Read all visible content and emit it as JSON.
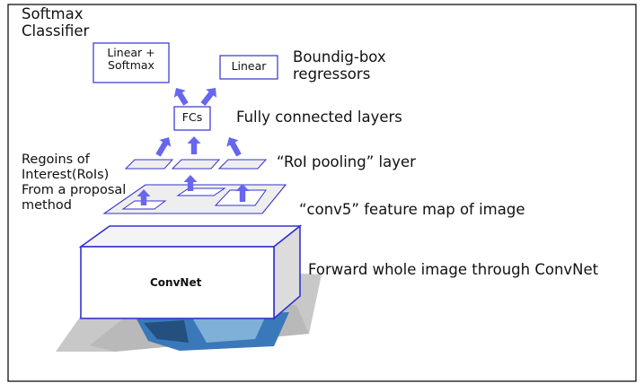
{
  "labels": {
    "softmax_classifier": [
      "Softmax",
      "Classifier"
    ],
    "bbox_regressors": [
      "Boundig-box",
      "regressors"
    ],
    "fully_connected": "Fully connected layers",
    "roi_pooling": "“RoI pooling” layer",
    "rois": [
      "Regoins of",
      "Interest(RoIs)",
      "From a proposal",
      "method"
    ],
    "conv5": "“conv5” feature map of image",
    "forward": "Forward whole image through ConvNet"
  },
  "boxes": {
    "linear_softmax": [
      "Linear +",
      "Softmax"
    ],
    "linear": "Linear",
    "fcs": "FCs",
    "convnet": "ConvNet"
  },
  "colors": {
    "accent": "#3333cc",
    "arrow": "#6666ee",
    "plane_fill": "#eeeeee",
    "cube_side": "#dcdcdc",
    "photo_plane": "#c9c9c9",
    "photo_blue": "#2a6fb3"
  }
}
